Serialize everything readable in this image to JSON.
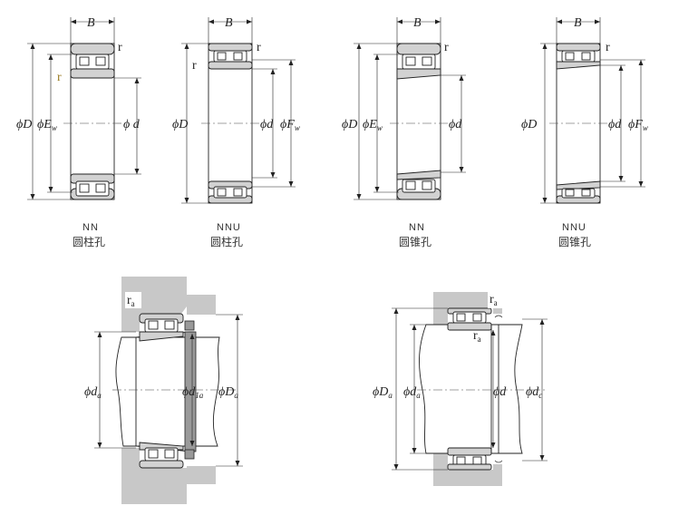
{
  "diagrams": {
    "nn_cylindrical": {
      "code": "NN",
      "bore": "圆柱孔",
      "labels": {
        "B": "B",
        "r_top": "r",
        "r_side": "r",
        "D": "ϕD",
        "Ew_main": "ϕE",
        "Ew_sub": "w",
        "d": "ϕ d"
      }
    },
    "nnu_cylindrical": {
      "code": "NNU",
      "bore": "圆柱孔",
      "labels": {
        "B": "B",
        "r_top": "r",
        "r_side": "r",
        "D": "ϕD",
        "d": "ϕd",
        "Fw_main": "ϕF",
        "Fw_sub": "w"
      }
    },
    "nn_tapered": {
      "code": "NN",
      "bore": "圆锥孔",
      "labels": {
        "B": "B",
        "r_top": "r",
        "D": "ϕD",
        "Ew_main": "ϕE",
        "Ew_sub": "w",
        "d": "ϕd"
      }
    },
    "nnu_tapered": {
      "code": "NNU",
      "bore": "圆锥孔",
      "labels": {
        "B": "B",
        "r_top": "r",
        "D": "ϕD",
        "d": "ϕd",
        "Fw_main": "ϕF",
        "Fw_sub": "w"
      }
    }
  },
  "mounting": {
    "left": {
      "ra_main": "r",
      "ra_sub": "a",
      "da_main": "ϕd",
      "da_sub": "a",
      "d1a_main": "ϕd",
      "d1a_sub": "1a",
      "Da_main": "ϕD",
      "Da_sub": "a"
    },
    "right": {
      "ra_top_main": "r",
      "ra_top_sub": "a",
      "ra_inner_main": "r",
      "ra_inner_sub": "a",
      "Da_main": "ϕD",
      "Da_sub": "a",
      "da_main": "ϕd",
      "da_sub": "a",
      "d": "ϕd",
      "dc_main": "ϕd",
      "dc_sub": "c"
    }
  }
}
